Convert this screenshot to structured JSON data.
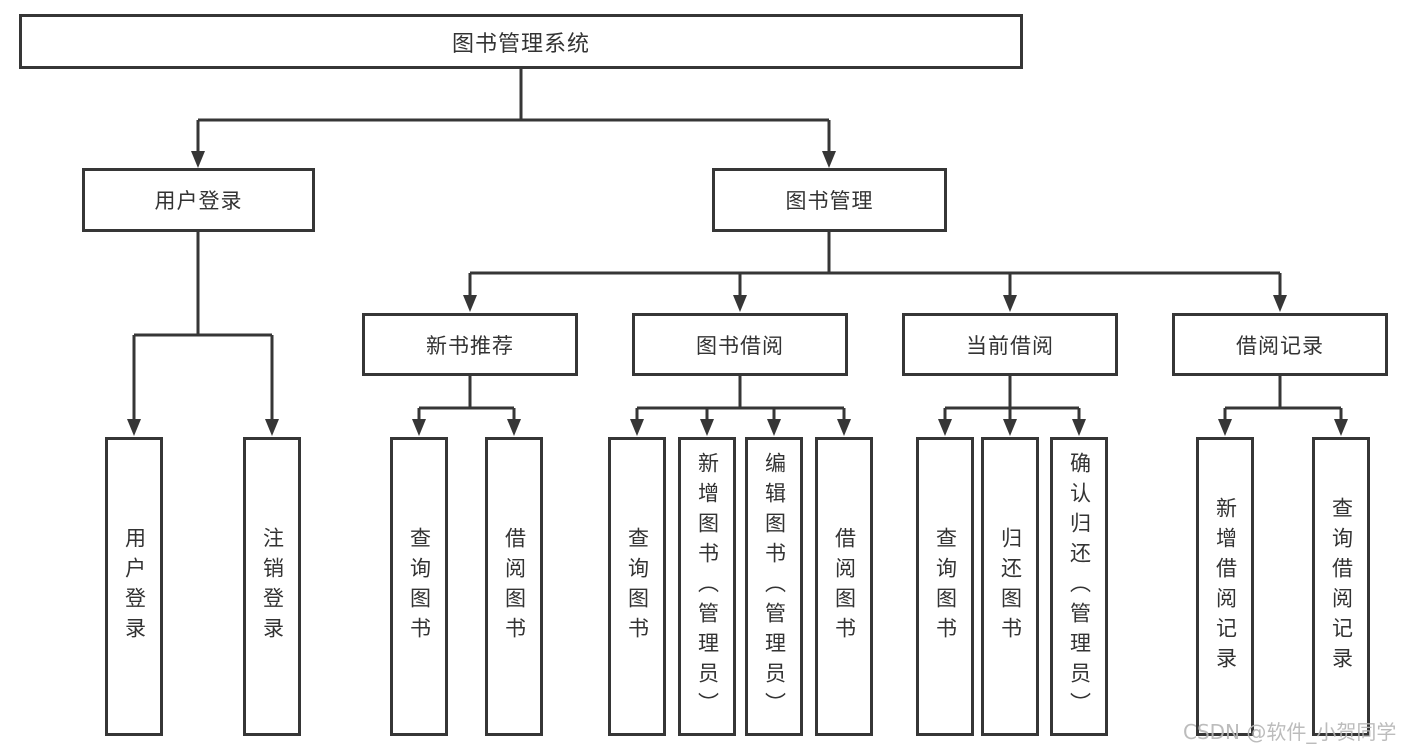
{
  "diagram": {
    "colors": {
      "line": "#363636",
      "box_border": "#363636",
      "text": "#333333",
      "background": "#ffffff",
      "watermark": "#b6b6b6"
    },
    "nodes": {
      "root": "图书管理系统",
      "l2_user_login": "用户登录",
      "l2_book_mgmt": "图书管理",
      "l3_new_book_rec": "新书推荐",
      "l3_book_borrow": "图书借阅",
      "l3_current_borrow": "当前借阅",
      "l3_borrow_record": "借阅记录",
      "leaf_user_login": "用户登录",
      "leaf_logout": "注销登录",
      "leaf_query_book_a": "查询图书",
      "leaf_borrow_book_a": "借阅图书",
      "leaf_query_book_b": "查询图书",
      "leaf_add_book_admin": "新增图书（管理员）",
      "leaf_edit_book_admin": "编辑图书（管理员）",
      "leaf_borrow_book_b": "借阅图书",
      "leaf_query_book_c": "查询图书",
      "leaf_return_book": "归还图书",
      "leaf_confirm_return_admin": "确认归还（管理员）",
      "leaf_add_borrow_record": "新增借阅记录",
      "leaf_query_borrow_record": "查询借阅记录"
    },
    "watermark": "CSDN @软件_小贺同学"
  }
}
